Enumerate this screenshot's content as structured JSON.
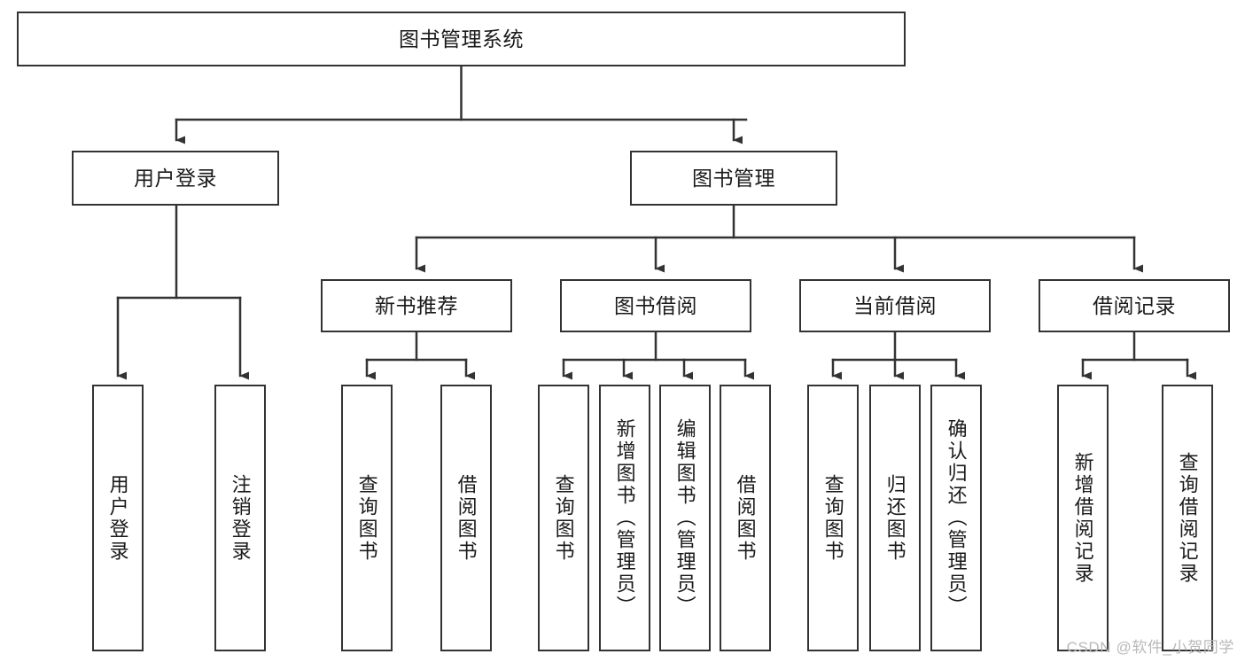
{
  "diagram": {
    "type": "tree",
    "title": "图书管理系统",
    "orientation": "top-down",
    "colors": {
      "box_border": "#333333",
      "box_fill": "#ffffff",
      "edge": "#333333",
      "text": "#1a1a1a",
      "watermark": "#b9b9b9",
      "background": "#ffffff"
    },
    "root": {
      "label": "图书管理系统"
    },
    "level2": [
      {
        "label": "用户登录"
      },
      {
        "label": "图书管理"
      }
    ],
    "level3": [
      {
        "label": "新书推荐"
      },
      {
        "label": "图书借阅"
      },
      {
        "label": "当前借阅"
      },
      {
        "label": "借阅记录"
      }
    ],
    "leaves": {
      "user_login": [
        {
          "label": "用户登录"
        },
        {
          "label": "注销登录"
        }
      ],
      "new_book_recommend": [
        {
          "label": "查询图书"
        },
        {
          "label": "借阅图书"
        }
      ],
      "book_borrow": [
        {
          "label": "查询图书"
        },
        {
          "label": "新增图书（管理员）"
        },
        {
          "label": "编辑图书（管理员）"
        },
        {
          "label": "借阅图书"
        }
      ],
      "current_borrow": [
        {
          "label": "查询图书"
        },
        {
          "label": "归还图书"
        },
        {
          "label": "确认归还（管理员）"
        }
      ],
      "borrow_record": [
        {
          "label": "新增借阅记录"
        },
        {
          "label": "查询借阅记录"
        }
      ]
    }
  },
  "watermark": {
    "text": "CSDN @软件_小贺同学"
  }
}
